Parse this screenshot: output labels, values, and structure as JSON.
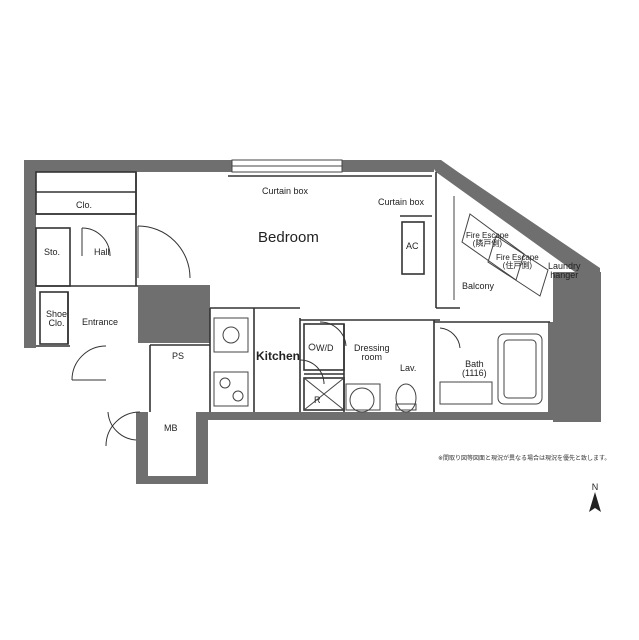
{
  "rooms": {
    "closet": "Clo.",
    "storage": "Sto.",
    "hall": "Hall",
    "shoe_closet_line1": "Shoe",
    "shoe_closet_line2": "Clo.",
    "entrance": "Entrance",
    "ps": "PS",
    "mb": "MB",
    "bedroom": "Bedroom",
    "curtain_box_top": "Curtain box",
    "curtain_box_right": "Curtain box",
    "ac": "AC",
    "kitchen": "Kitchen",
    "wd": "W/D",
    "refrigerator": "R",
    "dressing_room_line1": "Dressing",
    "dressing_room_line2": "room",
    "lavatory": "Lav.",
    "bath_line1": "Bath",
    "bath_line2": "(1116)",
    "balcony": "Balcony",
    "fire_escape_1_line1": "Fire Escape",
    "fire_escape_1_line2": "(隣戸側)",
    "fire_escape_2_line1": "Fire Escape",
    "fire_escape_2_line2": "(住戸側)",
    "laundry_line1": "Laundry",
    "laundry_line2": "hanger"
  },
  "note": "※間取り図等図面と現況が異なる場合は現況を優先と致します。",
  "compass": {
    "label": "N",
    "icon": "north-arrow-icon"
  }
}
